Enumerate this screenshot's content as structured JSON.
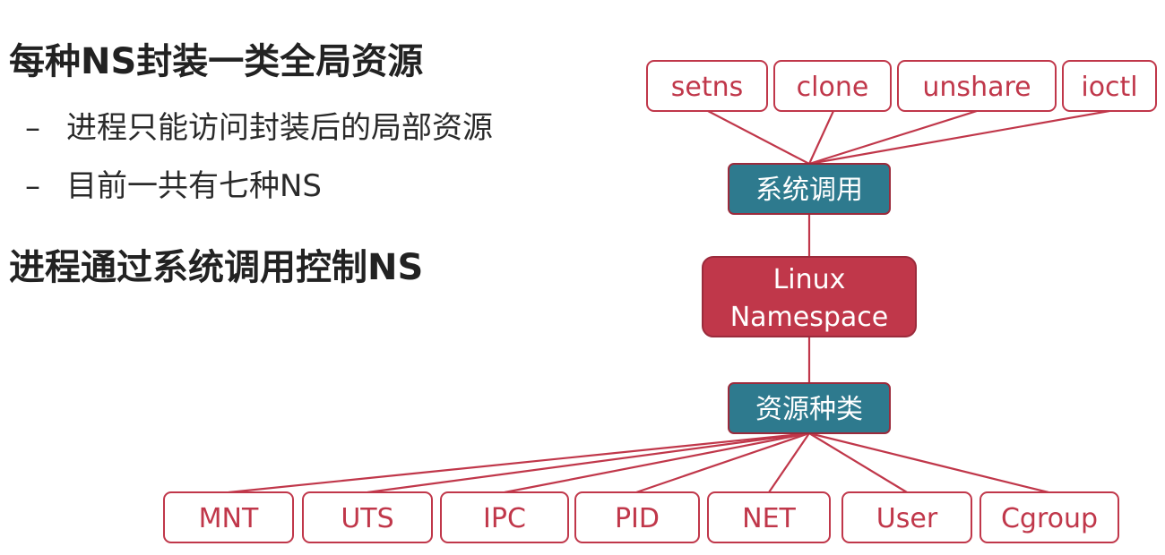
{
  "text": {
    "heading1": "每种NS封装一类全局资源",
    "bullet1": "进程只能访问封装后的局部资源",
    "bullet2": "目前一共有七种NS",
    "heading2": "进程通过系统调用控制NS",
    "dash": "–"
  },
  "diagram": {
    "syscalls": [
      "setns",
      "clone",
      "unshare",
      "ioctl"
    ],
    "syscall_node": "系统调用",
    "core_line1": "Linux",
    "core_line2": "Namespace",
    "resource_node": "资源种类",
    "namespaces": [
      "MNT",
      "UTS",
      "IPC",
      "PID",
      "NET",
      "User",
      "Cgroup"
    ]
  },
  "colors": {
    "accent_red": "#c0374a",
    "teal": "#2e7a8e"
  }
}
